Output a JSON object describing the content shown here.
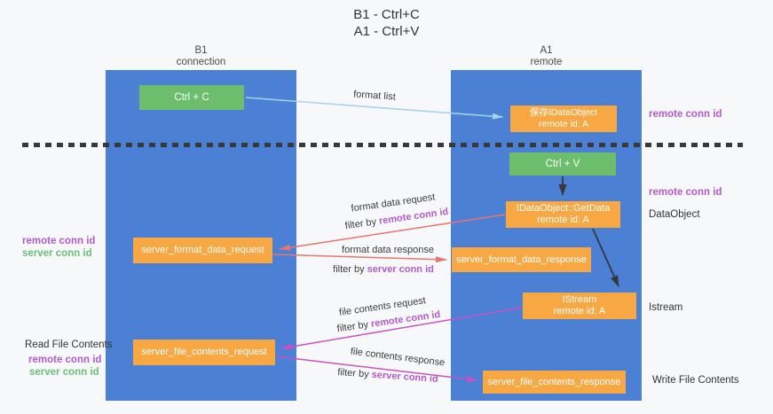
{
  "title": {
    "line1": "B1 - Ctrl+C",
    "line2": "A1 - Ctrl+V"
  },
  "columns": {
    "left": {
      "name": "B1",
      "subtitle": "connection"
    },
    "right": {
      "name": "A1",
      "subtitle": "remote"
    }
  },
  "nodes": {
    "ctrl_c": {
      "label": "Ctrl + C"
    },
    "ctrl_v": {
      "label": "Ctrl + V"
    },
    "save_dataobject": {
      "line1": "保存IDataObject",
      "line2": "remote id: A"
    },
    "getdata": {
      "line1": "IDataObject::GetData",
      "line2": "remote id: A"
    },
    "istream": {
      "line1": "IStream",
      "line2": "remote id: A"
    },
    "format_request": {
      "label": "server_format_data_request"
    },
    "format_response": {
      "label": "server_format_data_response"
    },
    "file_request": {
      "label": "server_file_contents_request"
    },
    "file_response": {
      "label": "server_file_contents_response"
    }
  },
  "arrow_labels": {
    "format_list": "format list",
    "format_data_request": "format data request",
    "filter_remote_1": {
      "prefix": "filter by ",
      "highlight": "remote conn id"
    },
    "format_data_response": "format data response",
    "filter_server_1": {
      "prefix": "filter by ",
      "highlight": "server conn id"
    },
    "file_contents_request": "file contents request",
    "filter_remote_2": {
      "prefix": "filter by ",
      "highlight": "remote conn id"
    },
    "file_contents_response": "file contents response",
    "filter_server_2": {
      "prefix": "filter by ",
      "highlight": "server conn id"
    }
  },
  "side_labels": {
    "left_remote_conn_1": "remote conn id",
    "left_server_conn_1": "server conn id",
    "read_file_contents": "Read File Contents",
    "left_remote_conn_2": "remote conn id",
    "left_server_conn_2": "server conn id",
    "right_remote_conn_1": "remote conn id",
    "right_remote_conn_2": "remote conn id",
    "dataobject": "DataObject",
    "istream": "Istream",
    "write_file_contents": "Write File Contents"
  },
  "colors": {
    "column-blue": "#4b80d5",
    "box-green": "#6cbe6c",
    "box-orange": "#f8a843",
    "arrow-red": "#e8756e",
    "arrow-magenta": "#c653c0",
    "arrow-lightblue": "#a5d3f1",
    "arrow-black": "#383838",
    "text-purple": "#b25bc8",
    "text-green": "#67c177",
    "background": "#f7f8f9"
  }
}
